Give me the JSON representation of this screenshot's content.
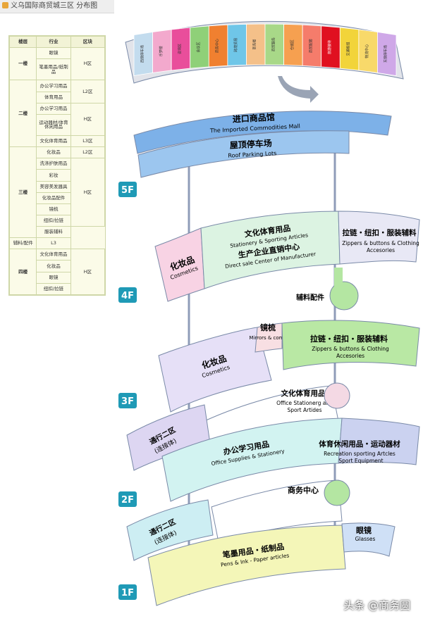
{
  "header": {
    "title": "义乌国际商贸城三区 分布图"
  },
  "legend": {
    "headers": [
      "楼层",
      "行业",
      "区块"
    ],
    "rows": [
      {
        "floor": "一楼",
        "industry": "眼镜",
        "zone": "H区",
        "floor_span": 2,
        "zone_span": 2
      },
      {
        "industry": "笔墨用品/纸制品"
      },
      {
        "floor": "二楼",
        "industry": "办公学习用品",
        "zone": "L2区",
        "floor_span": 5,
        "zone_span": 2
      },
      {
        "industry": "体育用品"
      },
      {
        "industry": "办公学习用品",
        "zone": "H区",
        "zone_span": 2
      },
      {
        "industry": "运动器材/体育休闲用品"
      },
      {
        "industry": "文化体育用品",
        "zone": "L3区",
        "zone_span": 1
      },
      {
        "floor": "三楼",
        "industry": "化妆品",
        "zone": "L2区",
        "floor_span": 8,
        "zone_span": 1
      },
      {
        "industry": "洗涤护肤用品",
        "zone": "H区",
        "zone_span": 6
      },
      {
        "industry": "彩妆"
      },
      {
        "industry": "美容美发器具"
      },
      {
        "industry": "化妆品配件"
      },
      {
        "industry": "镜梳"
      },
      {
        "industry": "纽扣/拉链"
      },
      {
        "industry": "服装辅料"
      },
      {
        "industry": "辅料/配件",
        "zone": "L3",
        "zone_span": 1
      },
      {
        "floor": "四楼",
        "industry": "文化体育用品",
        "zone": "H区",
        "floor_span": 4,
        "zone_span": 4
      },
      {
        "industry": "化妆品"
      },
      {
        "industry": "眼镜"
      },
      {
        "industry": "纽扣/拉链"
      }
    ]
  },
  "topmap": {
    "blocks": [
      {
        "label": "西侧停车场",
        "color": "#c3dcee"
      },
      {
        "label": "乐梦楼",
        "color": "#f3a9cd"
      },
      {
        "label": "咨询区",
        "color": "#e94e9b"
      },
      {
        "label": "会议区",
        "color": "#8fd078"
      },
      {
        "label": "商务中心",
        "color": "#f08030"
      },
      {
        "label": "跨境贸易",
        "color": "#6fc6e8"
      },
      {
        "label": "商务楼",
        "color": "#f4c089"
      },
      {
        "label": "商贸服务",
        "color": "#a8d888"
      },
      {
        "label": "仓储区",
        "color": "#f6a050"
      },
      {
        "label": "商贸配套",
        "color": "#f57c6b"
      },
      {
        "label": "旅游接待",
        "color": "#e01020"
      },
      {
        "label": "交通枢纽",
        "color": "#f2d43a"
      },
      {
        "label": "物流中心",
        "color": "#f8d96a"
      },
      {
        "label": "东侧停车场",
        "color": "#cfa8e8"
      }
    ]
  },
  "floors": [
    {
      "id": "5F",
      "label": "5F"
    },
    {
      "id": "4F",
      "label": "4F"
    },
    {
      "id": "3F",
      "label": "3F"
    },
    {
      "id": "2F",
      "label": "2F"
    },
    {
      "id": "1F",
      "label": "1F"
    }
  ],
  "bands": {
    "f5_import": {
      "cn": "进口商品馆",
      "en": "The Imported Commodities Mall",
      "color": "#7db1e8"
    },
    "f5_roof": {
      "cn": "屋顶停车场",
      "en": "Roof Parking Lots",
      "color": "#9cc6ef"
    },
    "f4_cosmetics": {
      "cn": "化妆品",
      "en": "Cosmetics",
      "color": "#f8d3e4"
    },
    "f4_stationery": {
      "cn": "文化体育用品",
      "en": "Stationery & Sporting Articles",
      "cn2": "生产企业直销中心",
      "en2": "Direct sale Center of Manufacturer",
      "color": "#dcf3e2"
    },
    "f4_zippers": {
      "cn": "拉链・纽扣・服装辅料",
      "en": "Zippers & buttons & Clothing",
      "en2": "Accesories",
      "color": "#e8e8f5"
    },
    "f4_pin": {
      "cn": "辅料配件",
      "color": "#b4e6a2"
    },
    "f3_cosmetics": {
      "cn": "化妆品",
      "en": "Cosmetics",
      "color": "#e6e0f7"
    },
    "f3_mirrors": {
      "cn": "镜梳",
      "en": "Mirrors & combs",
      "color": "#f8dfe3"
    },
    "f3_zippers": {
      "cn": "拉链・纽扣・服装辅料",
      "en": "Zippers & buttons & Clothing",
      "en2": "Accesories",
      "color": "#b9e8a4"
    },
    "f3_stationery": {
      "cn": "文化体育用品",
      "en": "Office Stationerg and",
      "en2": "Sport Artides",
      "color": "#ffffff"
    },
    "f3_pin": {
      "color": "#f4d9e4"
    },
    "f3_corridor": {
      "cn": "通行二区",
      "cn2": "(连接体)",
      "color": "#ddd6f2"
    },
    "f2_office": {
      "cn": "办公学习用品",
      "en": "Office Supplies & Stationery",
      "color": "#d2f3f1"
    },
    "f2_sport": {
      "cn": "体育休闲用品・运动器材",
      "en": "Recreation sporting Artcles",
      "en2": "Sport Equipment",
      "color": "#cbd2f0"
    },
    "f2_business": {
      "cn": "商务中心",
      "color": "#ffffff"
    },
    "f2_pin": {
      "color": "#b4e6a2"
    },
    "f2_corridor": {
      "cn": "通行二区",
      "cn2": "(连接体)",
      "color": "#cdeef3"
    },
    "f1_pens": {
      "cn": "笔墨用品・纸制品",
      "en": "Pens & Ink - Paper articles",
      "color": "#f4f6b8"
    },
    "f1_glasses": {
      "cn": "眼镜",
      "en": "Glasses",
      "color": "#cfe0f6"
    }
  },
  "colors": {
    "floor_badge": "#1f9ab6",
    "outline": "#7a8aa8",
    "pole": "#8f9cb8",
    "arrow": "#9aa4b5"
  },
  "watermark": {
    "text": "头条 @商务圆"
  }
}
